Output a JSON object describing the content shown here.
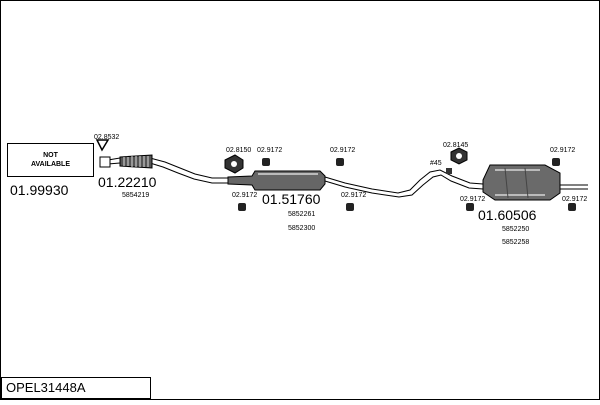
{
  "diagram": {
    "document_code": "OPEL31448A",
    "not_available": {
      "line1": "NOT",
      "line2": "AVAILABLE"
    },
    "parts": [
      {
        "part_number": "01.99930",
        "oem_numbers": []
      },
      {
        "part_number": "01.22210",
        "oem_numbers": [
          "5854219"
        ]
      },
      {
        "part_number": "01.51760",
        "oem_numbers": [
          "5852261",
          "5852300"
        ]
      },
      {
        "part_number": "01.60506",
        "oem_numbers": [
          "5852250",
          "5852258"
        ]
      }
    ],
    "accessories": {
      "gasket": "02.8532",
      "clamp_front": "02.8150",
      "rubber_1": "02.9172",
      "rubber_2": "02.9172",
      "rubber_3": "02.9172",
      "rubber_4": "02.9172",
      "clamp_rear": "02.8145",
      "rubber_5": "02.9172",
      "rubber_6": "02.9172",
      "rubber_7": "02.9172",
      "clamp_angle": "#45"
    }
  }
}
